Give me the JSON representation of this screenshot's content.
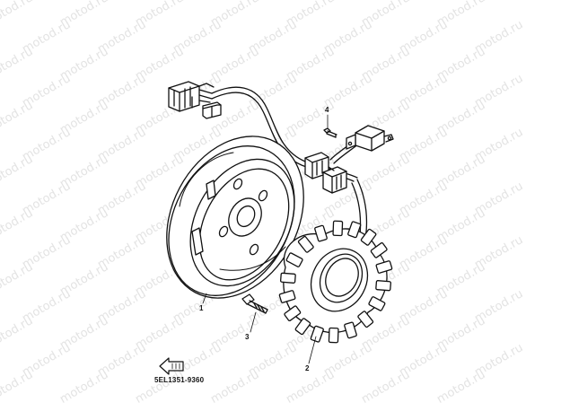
{
  "diagram": {
    "callouts": {
      "flywheel": "1",
      "stator": "2",
      "bolt": "3",
      "screw": "4"
    },
    "reference_code": "5EL1351-9360",
    "watermark": "motod.ru",
    "colors": {
      "line": "#111111",
      "watermark": "#e3e3e3",
      "background": "#ffffff"
    },
    "icons": [
      "arrow-tag-icon"
    ]
  }
}
